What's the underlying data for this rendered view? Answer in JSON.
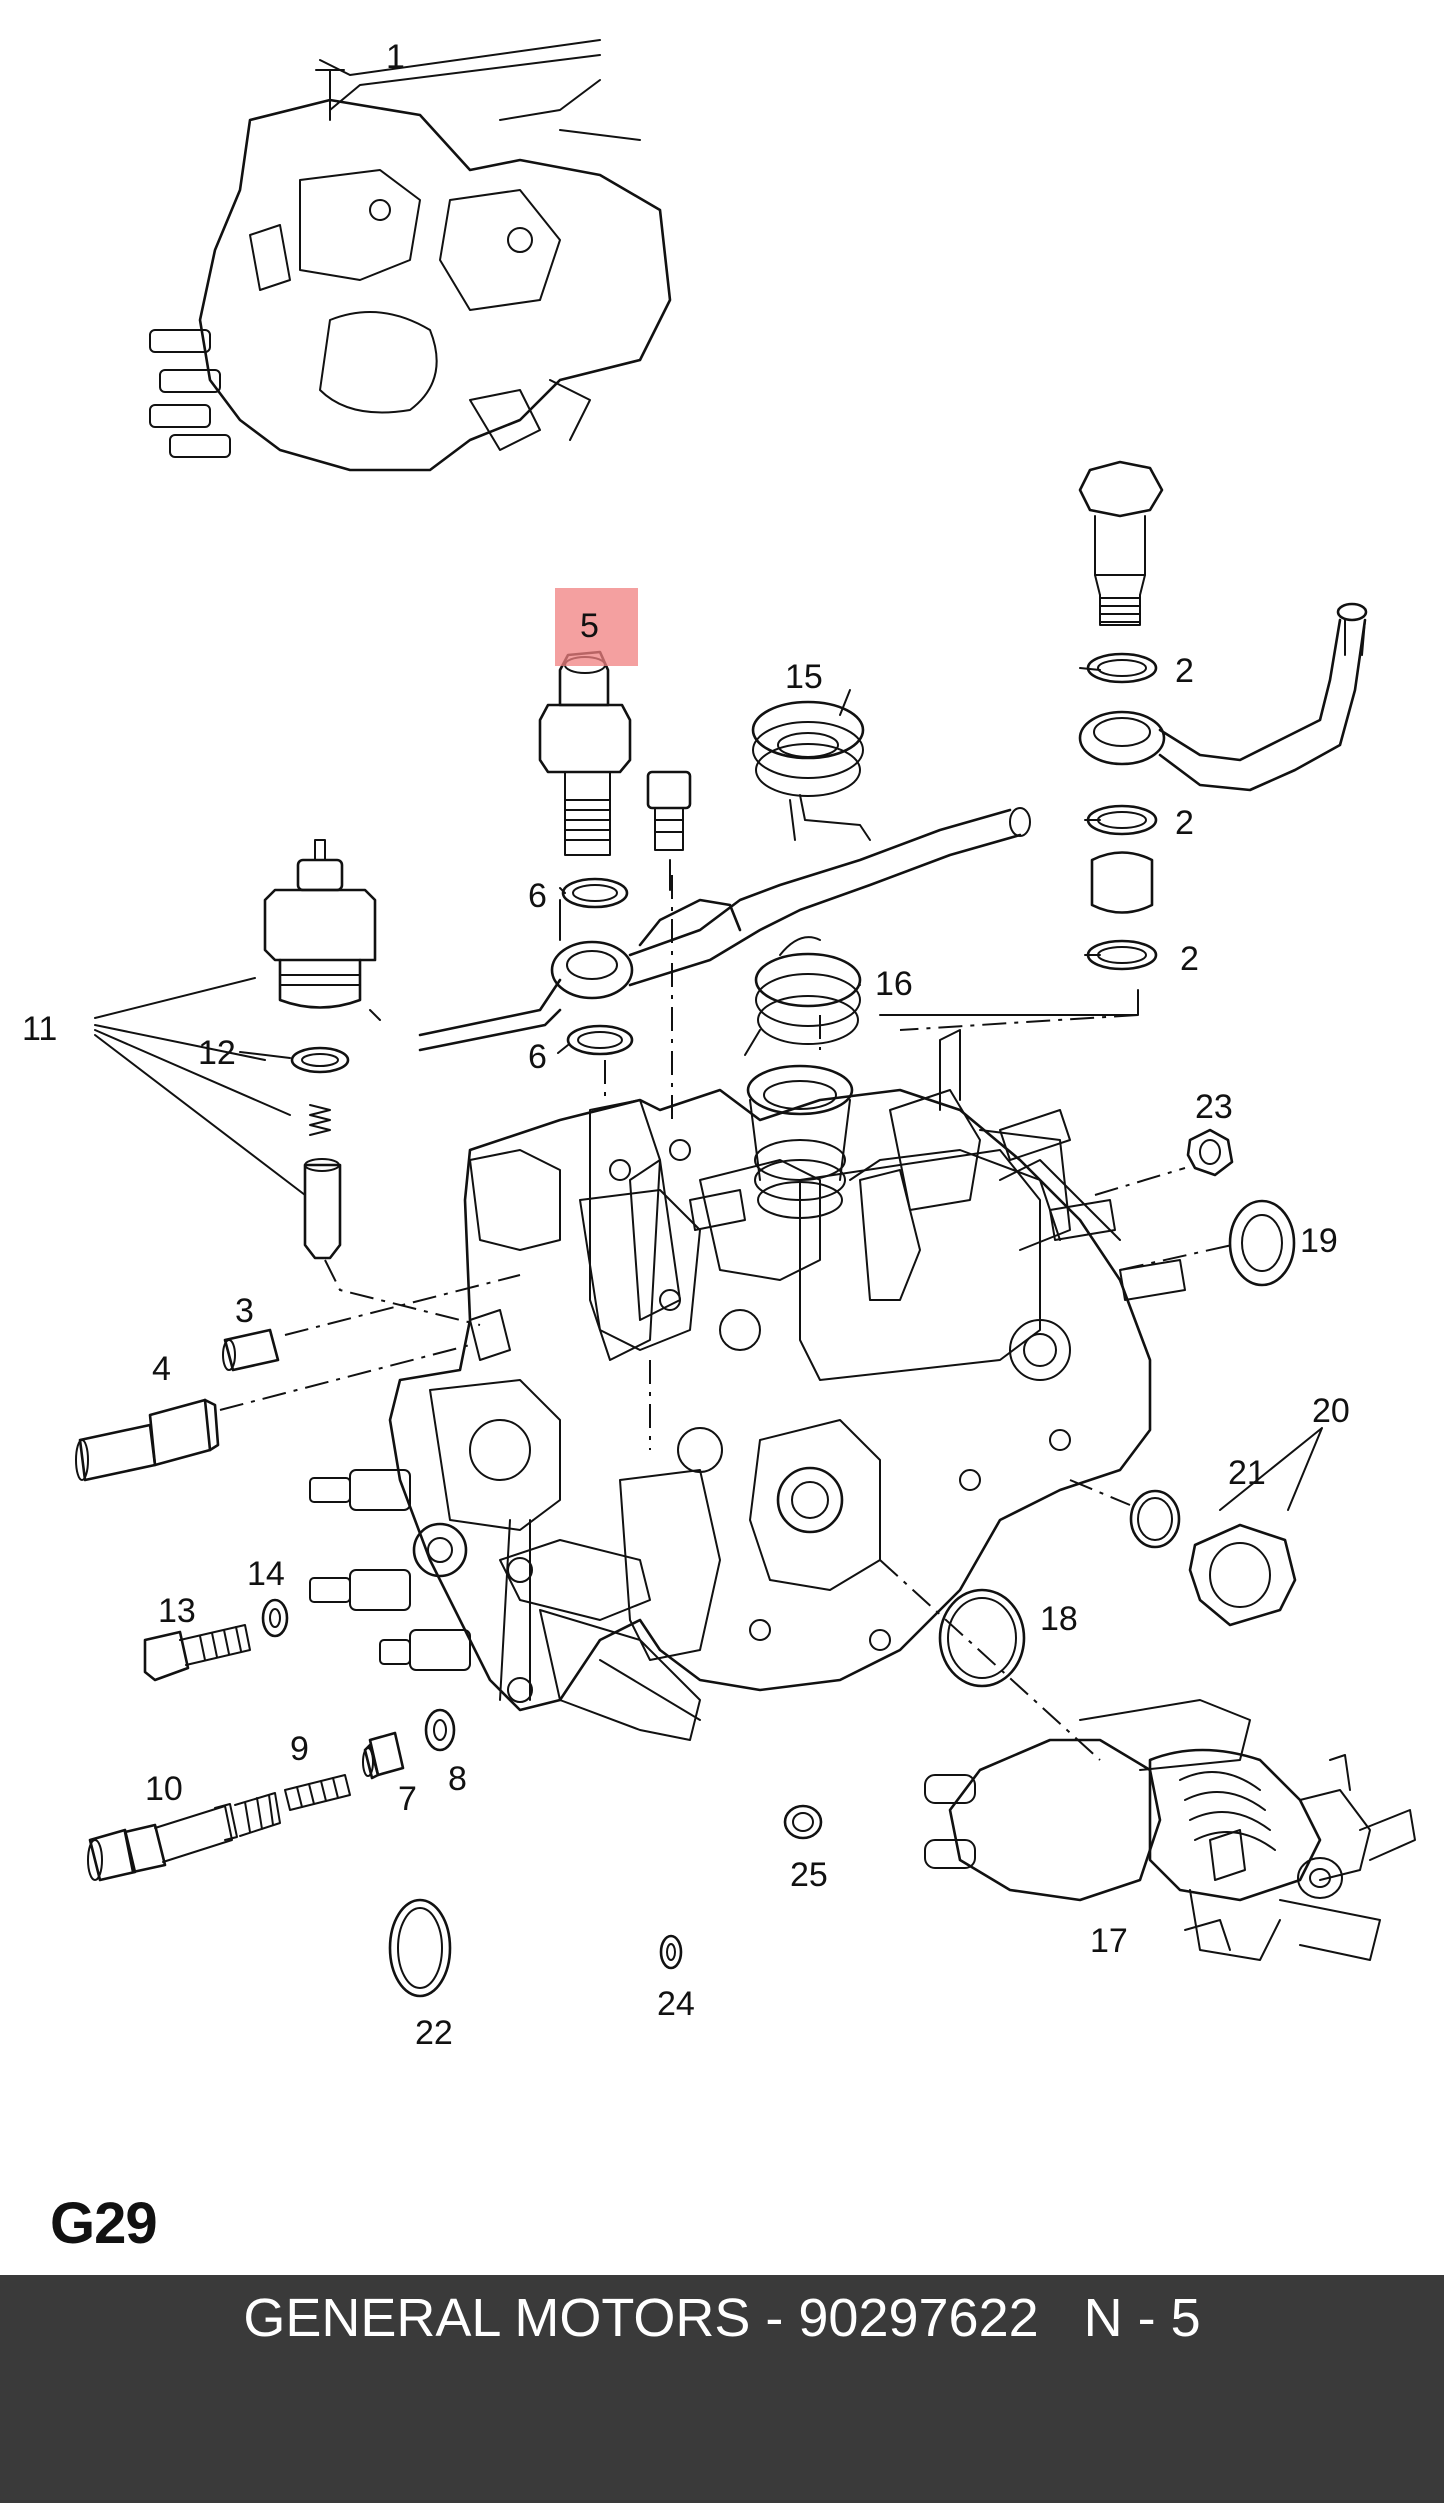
{
  "diagram": {
    "callouts": [
      "1",
      "2",
      "2",
      "2",
      "3",
      "4",
      "5",
      "6",
      "6",
      "7",
      "8",
      "9",
      "10",
      "11",
      "12",
      "13",
      "14",
      "15",
      "16",
      "17",
      "18",
      "19",
      "20",
      "21",
      "22",
      "23",
      "24",
      "25"
    ],
    "highlight_color": "#f08080",
    "highlighted_callout": "5"
  },
  "page_code": "G29",
  "footer": {
    "text": "GENERAL MOTORS - 90297622   N - 5",
    "background": "#3a3a3a",
    "color": "#ffffff"
  }
}
